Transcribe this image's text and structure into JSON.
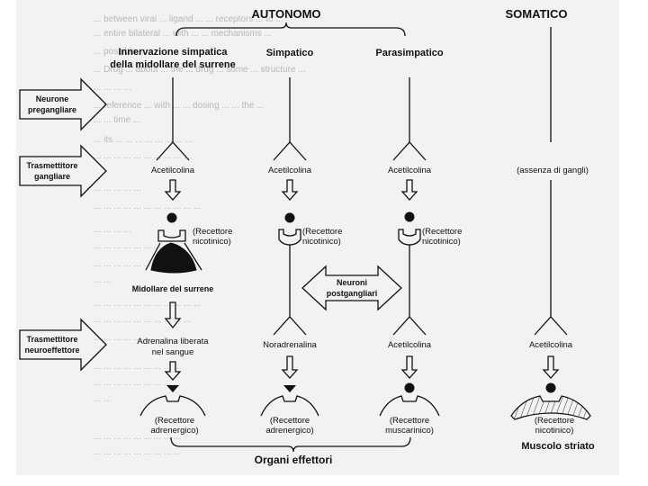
{
  "headers": {
    "autonomo": "AUTONOMO",
    "somatico": "SOMATICO",
    "col_surrene_1": "Innervazione simpatica",
    "col_surrene_2": "della midollare del surrene",
    "col_simpatico": "Simpatico",
    "col_parasimpatico": "Parasimpatico"
  },
  "left_arrows": {
    "neurone_1": "Neurone",
    "neurone_2": "pregangliare",
    "trasm_gang_1": "Trasmettitore",
    "trasm_gang_2": "gangliare",
    "trasm_neuro_1": "Trasmettitore",
    "trasm_neuro_2": "neuroeffettore"
  },
  "transmitters": {
    "acetilcolina": "Acetilcolina",
    "assenza": "(assenza di gangli)",
    "adrenalina_1": "Adrenalina liberata",
    "adrenalina_2": "nel sangue",
    "noradrenalina": "Noradrenalina"
  },
  "receptors": {
    "recettore": "(Recettore",
    "nicotinico": "nicotinico)",
    "adrenergico": "adrenergico)",
    "muscarinico": "muscarinico)"
  },
  "middle": {
    "midollare": "Midollare del surrene",
    "neuroni_1": "Neuroni",
    "neuroni_2": "postgangliari"
  },
  "bottom": {
    "organi": "Organi effettori",
    "muscolo": "Muscolo striato"
  },
  "background_text": [
    "... between viral ... ligand ... ... receptors ... to ...",
    "... entire bilateral ... with ... ... mechanisms ...",
    "... possible ...",
    "... Drug ... about ... the ... drug ... some ... structure ...",
    "... ... ... ...",
    "... reference ... with ... ... dosing ... ... the ...",
    "... ... time ...",
    "... its ... ... ... ... ... ... ... ...",
    "... ... ... ... ... ... ... ... ... ...",
    "... ... ... ... ...",
    "... ... ... ... ... ... ... ... ... ... ...",
    "... ... ... ...",
    "... ... ... ... ... ... ... ... ...",
    "... ... ... ... ... ... ... ... ...",
    "... ...",
    "... ... ... ... ... ... ... ... ... ... ...",
    "... ... ... ... ... ... ... ... ... ...",
    "... ... ... ... ... ... ... ... ... ...",
    "... ... ... ... ... ... ... ... ...",
    "... ... ... ... ... ... ... ... ...",
    "... ...",
    "... ... ... ... ... ... ... ... ...",
    "... ... ... ... ... ... ... ... ..."
  ]
}
